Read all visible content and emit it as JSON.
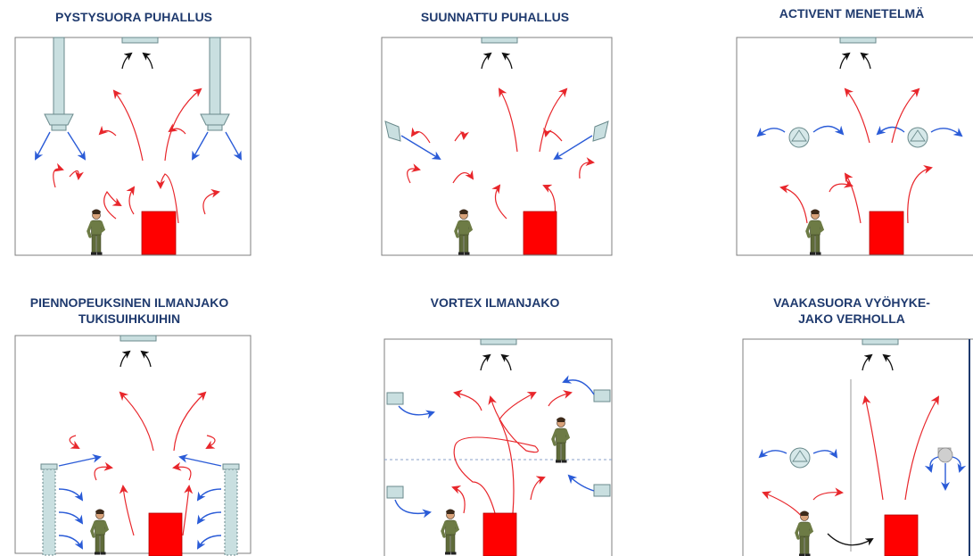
{
  "panels": [
    {
      "id": "p1",
      "title": "PYSTYSUORA PUHALLUS"
    },
    {
      "id": "p2",
      "title": "SUUNNATTU PUHALLUS"
    },
    {
      "id": "p3",
      "title": "ACTIVENT MENETELMÄ"
    },
    {
      "id": "p4",
      "title": "PIENNOPEUKSINEN ILMANJAKO\nTUKISUIHKUIHIN"
    },
    {
      "id": "p5",
      "title": "VORTEX ILMANJAKO"
    },
    {
      "id": "p6",
      "title": "VAAKASUORA VYÖHYKE-\nJAKO VERHOLLA"
    }
  ],
  "colors": {
    "title": "#1f3a6e",
    "warm_air": "#e8262b",
    "cool_air": "#2a5bd7",
    "exhaust_air": "#111111",
    "heat_source": "#ff0000",
    "duct": "#c9dfe0",
    "person_clothes": "#5f6b3a"
  },
  "icons": {
    "person": "person-icon",
    "heat_source": "heat-source-block",
    "exhaust": "exhaust-vent-icon"
  }
}
